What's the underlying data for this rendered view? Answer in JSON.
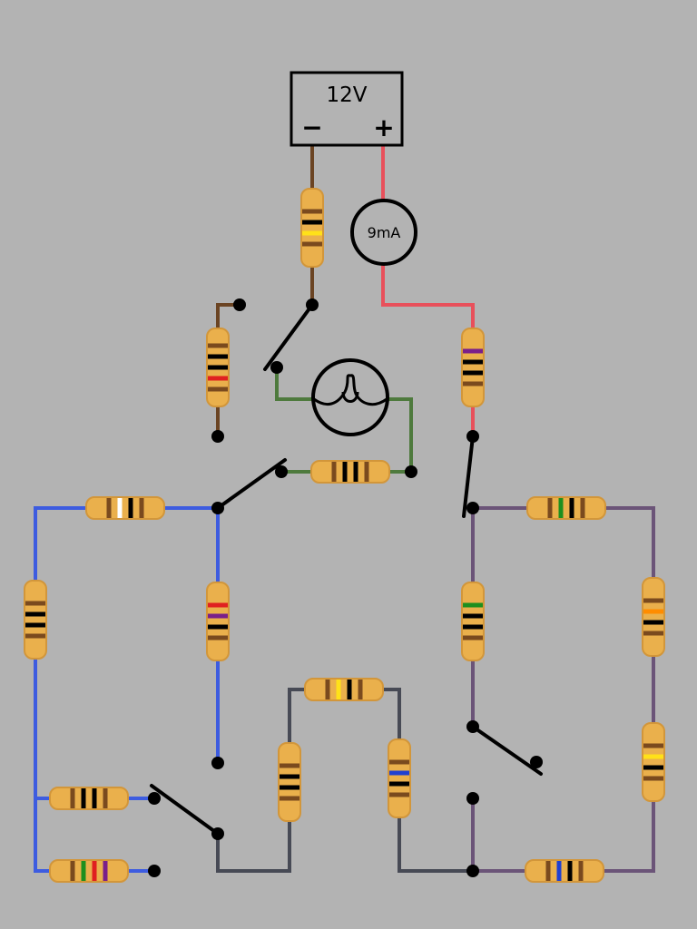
{
  "colors": {
    "background": "#b3b3b3",
    "wire_brown": "#6b4423",
    "wire_red": "#e8505b",
    "wire_green": "#4e7a3d",
    "wire_blue": "#3d5ce0",
    "wire_purple": "#6b5478",
    "wire_gray": "#474a55",
    "resistor_body": "#eab04c",
    "resistor_outline": "#d2963a",
    "terminal": "#000000"
  },
  "battery": {
    "voltage_label": "12V",
    "minus_label": "−",
    "plus_label": "+"
  },
  "ammeter": {
    "reading": "9mA"
  },
  "lamp": {
    "icon": "light-bulb-icon"
  },
  "resistors": [
    {
      "id": "r-top",
      "orientation": "vertical",
      "bands": [
        "brown",
        "black",
        "yellow",
        "brown"
      ]
    },
    {
      "id": "r-left-upper",
      "orientation": "vertical",
      "bands": [
        "brown",
        "black",
        "black",
        "red",
        "brown"
      ]
    },
    {
      "id": "r-right-upper",
      "orientation": "vertical",
      "bands": [
        "purple",
        "black",
        "black",
        "brown"
      ]
    },
    {
      "id": "r-middle-h",
      "orientation": "horizontal",
      "bands": [
        "brown",
        "black",
        "black",
        "brown"
      ]
    },
    {
      "id": "r-blue-top",
      "orientation": "horizontal",
      "bands": [
        "brown",
        "white",
        "black",
        "brown"
      ]
    },
    {
      "id": "r-blue-left",
      "orientation": "vertical",
      "bands": [
        "brown",
        "black",
        "black",
        "brown"
      ]
    },
    {
      "id": "r-blue-center",
      "orientation": "vertical",
      "bands": [
        "red",
        "purple",
        "black",
        "brown"
      ]
    },
    {
      "id": "r-blue-bottom1",
      "orientation": "horizontal",
      "bands": [
        "brown",
        "black",
        "black",
        "brown"
      ]
    },
    {
      "id": "r-blue-bottom2",
      "orientation": "horizontal",
      "bands": [
        "brown",
        "green",
        "red",
        "purple"
      ]
    },
    {
      "id": "r-gray-top",
      "orientation": "horizontal",
      "bands": [
        "brown",
        "yellow",
        "black",
        "brown"
      ]
    },
    {
      "id": "r-gray-left",
      "orientation": "vertical",
      "bands": [
        "brown",
        "black",
        "black",
        "brown"
      ]
    },
    {
      "id": "r-gray-right",
      "orientation": "vertical",
      "bands": [
        "brown",
        "blue",
        "black",
        "brown"
      ]
    },
    {
      "id": "r-purple-top",
      "orientation": "horizontal",
      "bands": [
        "brown",
        "green",
        "black",
        "brown"
      ]
    },
    {
      "id": "r-purple-center",
      "orientation": "vertical",
      "bands": [
        "green",
        "black",
        "black",
        "brown"
      ]
    },
    {
      "id": "r-purple-right1",
      "orientation": "vertical",
      "bands": [
        "brown",
        "orange",
        "black",
        "brown"
      ]
    },
    {
      "id": "r-purple-right2",
      "orientation": "vertical",
      "bands": [
        "brown",
        "yellow",
        "black",
        "brown"
      ]
    },
    {
      "id": "r-purple-bottom",
      "orientation": "horizontal",
      "bands": [
        "brown",
        "blue",
        "black",
        "brown"
      ]
    }
  ],
  "band_colors": {
    "black": "#000000",
    "brown": "#7a4a1e",
    "red": "#e02020",
    "orange": "#ff8c00",
    "yellow": "#ffe119",
    "green": "#1e8f1e",
    "blue": "#2040d0",
    "purple": "#7a1f8a",
    "white": "#ffffff",
    "gray": "#808080"
  },
  "switches": [
    {
      "id": "sw-top",
      "state": "open"
    },
    {
      "id": "sw-middle",
      "state": "open"
    },
    {
      "id": "sw-right",
      "state": "closed"
    },
    {
      "id": "sw-purple-lower",
      "state": "open"
    },
    {
      "id": "sw-bottom-left",
      "state": "open"
    }
  ]
}
